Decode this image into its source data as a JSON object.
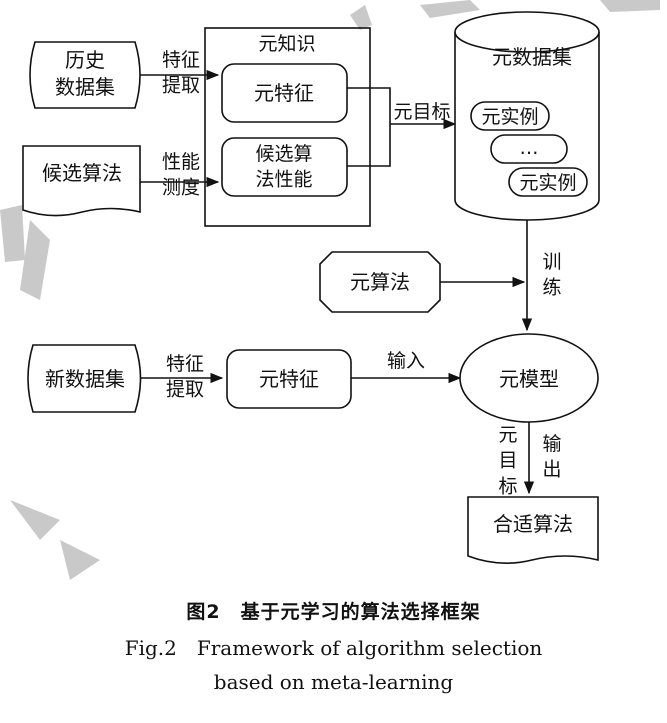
{
  "diagram": {
    "historical_dataset": "历史\n数据集",
    "candidate_algorithms": "候选算法",
    "feature_extraction": "特征\n提取",
    "performance_measure": "性能\n测度",
    "meta_knowledge": "元知识",
    "meta_features": "元特征",
    "candidate_performance": "候选算\n法性能",
    "meta_target": "元目标",
    "meta_dataset": "元数据集",
    "meta_instance_1": "元实例",
    "meta_instance_ellipsis": "…",
    "meta_instance_2": "元实例",
    "meta_algorithm": "元算法",
    "train": "训\n练",
    "new_dataset": "新数据集",
    "feature_extraction_2": "特征\n提取",
    "meta_features_2": "元特征",
    "input": "输入",
    "meta_model": "元模型",
    "meta_target_vertical": "元\n目\n标",
    "output": "输\n出",
    "suitable_algorithm": "合适算法"
  },
  "caption": {
    "chinese": "图2　基于元学习的算法选择框架",
    "english_line1": "Fig.2　Framework of algorithm selection",
    "english_line2": "based on meta-learning"
  }
}
